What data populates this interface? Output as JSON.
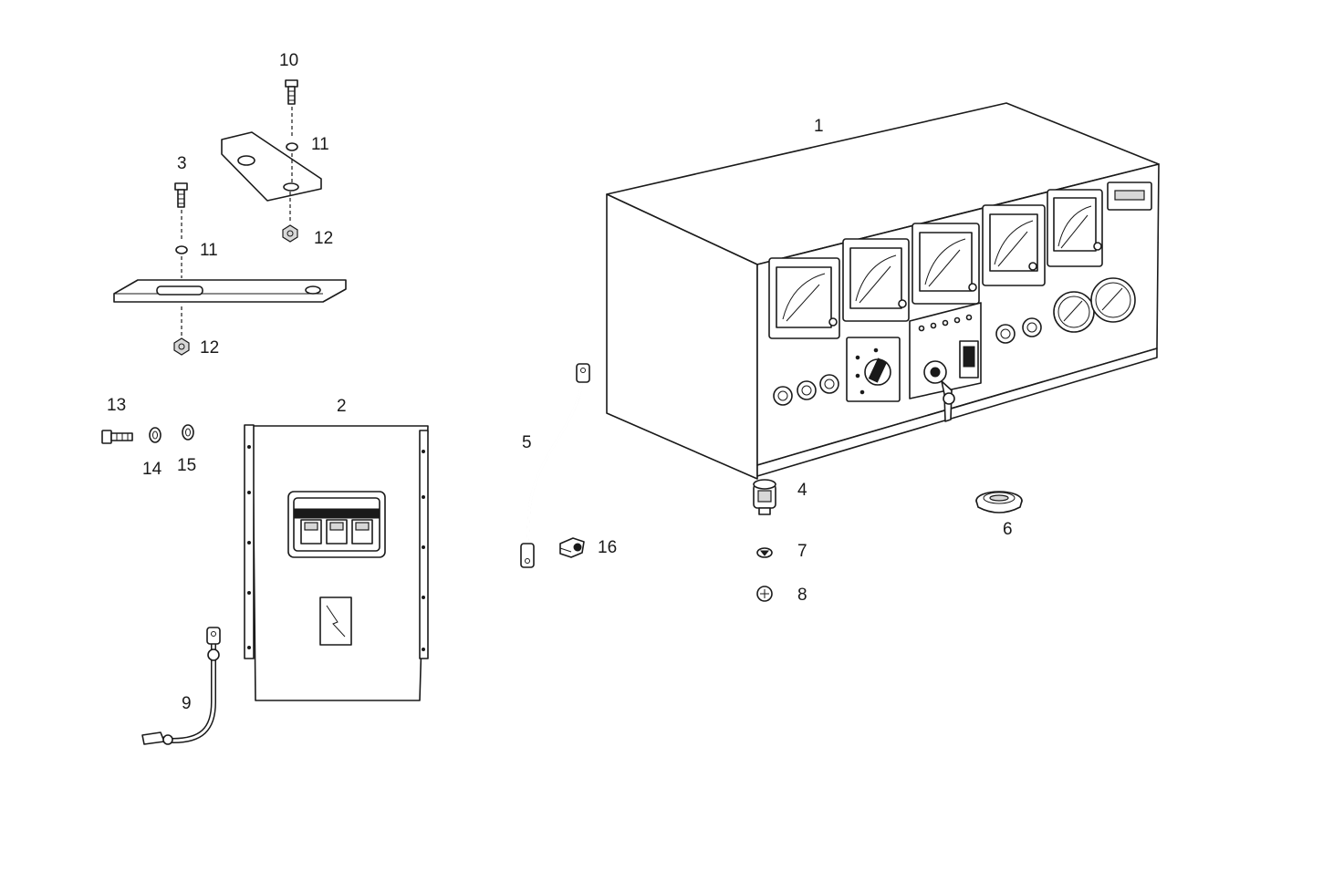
{
  "diagram": {
    "type": "exploded-parts-view",
    "callouts": {
      "p1": "1",
      "p2": "2",
      "p3": "3",
      "p4": "4",
      "p5": "5",
      "p6": "6",
      "p7": "7",
      "p8": "8",
      "p9": "9",
      "p10": "10",
      "p11a": "11",
      "p11b": "11",
      "p12a": "12",
      "p12b": "12",
      "p13": "13",
      "p14": "14",
      "p15": "15",
      "p16": "16"
    }
  }
}
